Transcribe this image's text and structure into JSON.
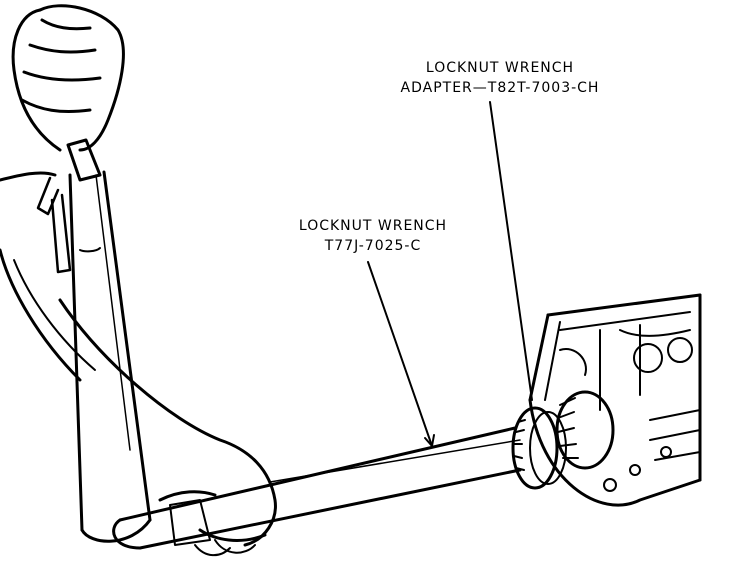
{
  "figure": {
    "ink_color": "#000000",
    "paper_color": "#ffffff"
  },
  "labels": {
    "adapter": {
      "line1": "LOCKNUT WRENCH",
      "line2": "ADAPTER—T82T-7003-CH"
    },
    "wrench": {
      "line1": "LOCKNUT WRENCH",
      "line2": "T77J-7025-C"
    }
  },
  "parts": [
    {
      "name": "hand-upper",
      "interactable": false
    },
    {
      "name": "hand-lower",
      "interactable": false
    },
    {
      "name": "handle-bar",
      "interactable": false
    },
    {
      "name": "wrench-shaft",
      "interactable": false
    },
    {
      "name": "adapter-socket",
      "interactable": false
    },
    {
      "name": "transmission-case",
      "interactable": false
    }
  ]
}
